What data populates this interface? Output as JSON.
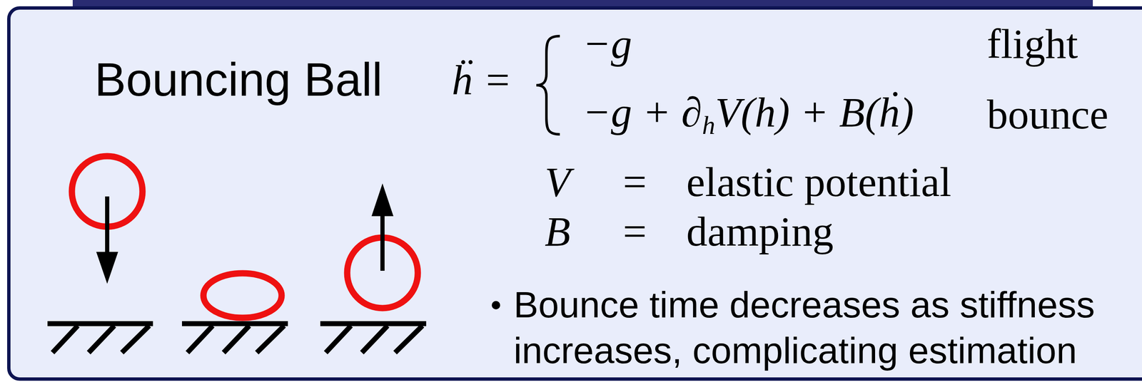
{
  "diagram": {
    "title": "Bouncing Ball",
    "labels": [
      "ḧ =",
      "−g",
      "flight",
      "−g + ∂",
      "h",
      "V(h) + B(ḣ)",
      "bounce",
      "V",
      "=",
      "elastic potential",
      "B",
      "=",
      "damping",
      "Bounce time decreases as stiffness increases, complicating estimation"
    ]
  }
}
